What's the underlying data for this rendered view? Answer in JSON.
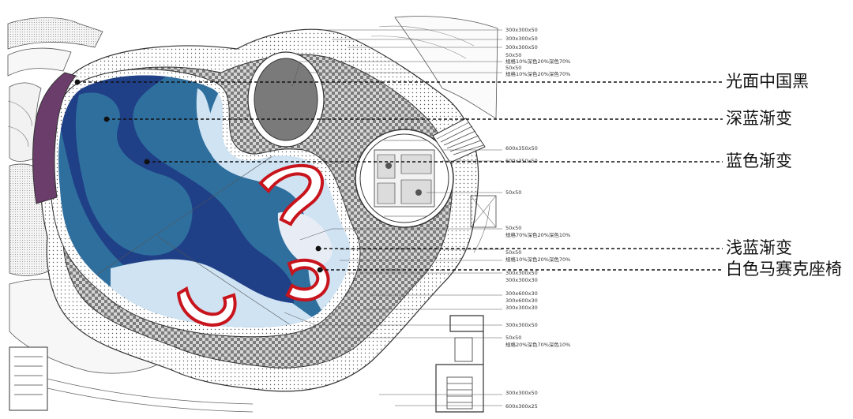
{
  "callouts": [
    {
      "id": "black",
      "label": "光面中国黑"
    },
    {
      "id": "deep-blue",
      "label": "深蓝渐变"
    },
    {
      "id": "blue",
      "label": "蓝色渐变"
    },
    {
      "id": "light-blue",
      "label": "浅蓝渐变"
    },
    {
      "id": "white-bench",
      "label": "白色马赛克座椅"
    }
  ],
  "specs": [
    "300x300x50",
    "300x300x50",
    "300x300x50",
    "50x50",
    "规格10%深色20%深色70%",
    "50x50",
    "规格10%深色20%深色70%",
    "600x350x50",
    "600x350x50",
    "50x50",
    "50x50",
    "规格70%深色20%深色10%",
    "50x50",
    "规格10%深色20%深色70%",
    "300x300x50",
    "300x300x30",
    "300x600x30",
    "300x600x30",
    "300x300x30",
    "300x300x50",
    "50x50",
    "规格20%深色70%深色10%",
    "300x300x50",
    "600x300x25"
  ],
  "colors": {
    "deep_blue": "#1f3f86",
    "mid_blue": "#2f6f9e",
    "light_blue": "#cfe3f3",
    "bench_red": "#c8141c",
    "black_stone": "#6b3d6a",
    "paving_dark": "#8a8a8a",
    "leader": "#111111"
  }
}
